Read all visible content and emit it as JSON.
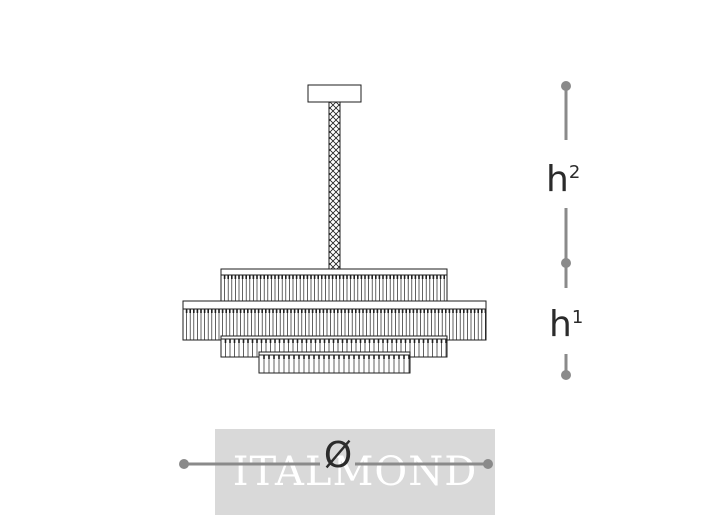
{
  "dimensions": {
    "height_upper_label": "h",
    "height_upper_index": "2",
    "height_lower_label": "h",
    "height_lower_index": "1",
    "diameter_symbol": "Ø"
  },
  "watermark": {
    "text": "ITALMOND"
  },
  "colors": {
    "line": "#1e1e1e",
    "dimension": "#8a8a8a",
    "watermark_bg": "#d9d9d9"
  }
}
